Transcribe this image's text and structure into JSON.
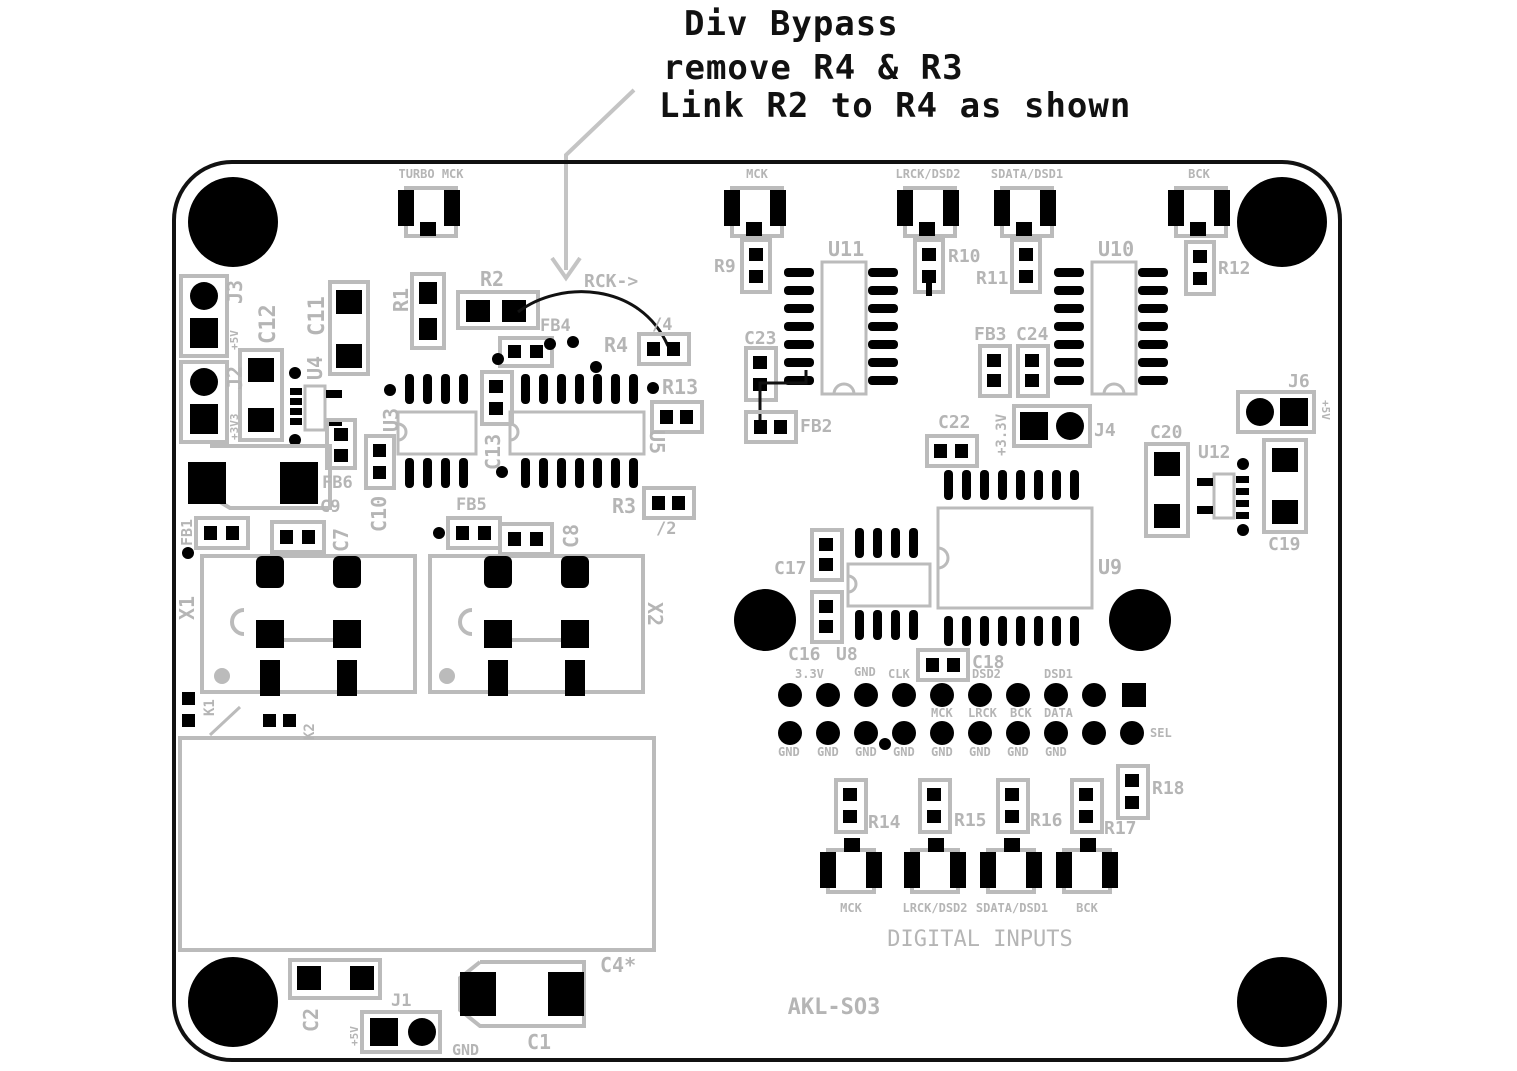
{
  "annotation": {
    "line1": "Div Bypass",
    "line2": "remove R4 & R3",
    "line3": "Link R2 to R4 as shown"
  },
  "board_name": "AKL-SO3",
  "section_label": "DIGITAL INPUTS",
  "rck_label": "RCK->",
  "div_labels": {
    "r4": "/4",
    "r3": "/2"
  },
  "top_connectors": [
    "TURBO MCK",
    "MCK",
    "LRCK/DSD2",
    "SDATA/DSD1",
    "BCK"
  ],
  "bottom_connectors": [
    "MCK",
    "LRCK/DSD2",
    "SDATA/DSD1",
    "BCK"
  ],
  "header_top_labels": [
    "3.3V",
    "GND",
    "CLK",
    "DSD2",
    "DSD1"
  ],
  "header_mid_labels": [
    "MCK",
    "LRCK",
    "BCK",
    "DATA"
  ],
  "header_bottom_labels": [
    "GND",
    "GND",
    "GND",
    "GND",
    "GND",
    "GND",
    "GND",
    "GND"
  ],
  "sel_label": "SEL",
  "power_labels": {
    "j3": "+5V",
    "j2": "+3V3",
    "j6": "+5V",
    "j1_pos": "+5V",
    "j1_gnd": "GND",
    "j4": "+3.3V"
  },
  "components": {
    "j3": "J3",
    "j2": "J2",
    "j6": "J6",
    "j4": "J4",
    "j1": "J1",
    "c12": "C12",
    "c11": "C11",
    "r1": "R1",
    "r2": "R2",
    "fb4": "FB4",
    "r4": "R4",
    "r13": "R13",
    "u3": "U3",
    "u4": "U4",
    "u5": "U5",
    "c13": "C13",
    "c10": "C10",
    "fb6": "FB6",
    "c9": "C9",
    "r3": "R3",
    "fb5": "FB5",
    "c8": "C8",
    "c7": "C7",
    "fb1": "FB1",
    "x1": "X1",
    "x2": "X2",
    "k1": "K1",
    "k2": "K2",
    "c4": "C4*",
    "c2": "C2",
    "c1": "C1",
    "u11": "U11",
    "r9": "R9",
    "r10": "R10",
    "r11": "R11",
    "u10": "U10",
    "r12": "R12",
    "c23": "C23",
    "fb2": "FB2",
    "fb3": "FB3",
    "c24": "C24",
    "c22": "C22",
    "c20": "C20",
    "u12": "U12",
    "c19": "C19",
    "c17": "C17",
    "u9": "U9",
    "c16": "C16",
    "u8": "U8",
    "c18": "C18",
    "r14": "R14",
    "r15": "R15",
    "r16": "R16",
    "r17": "R17",
    "r18": "R18"
  }
}
